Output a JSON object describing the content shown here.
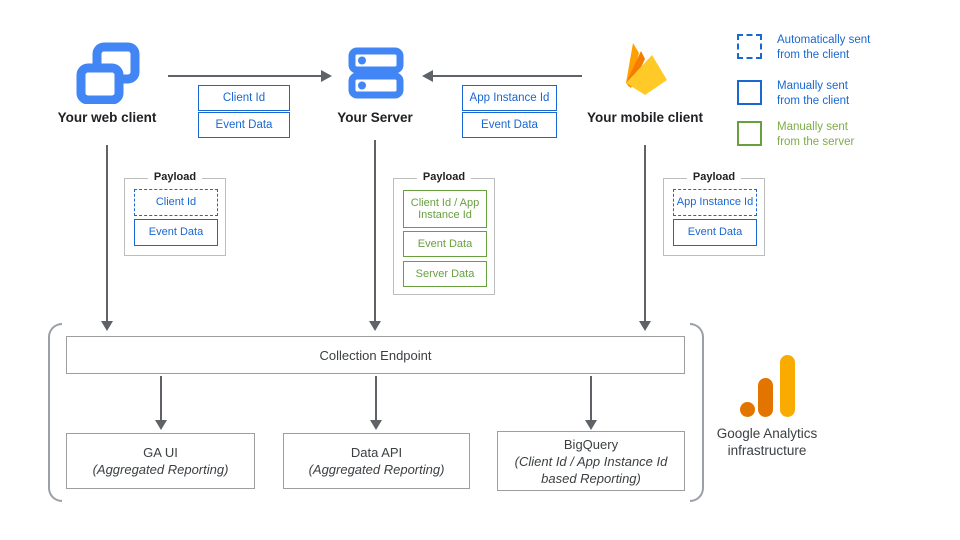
{
  "colors": {
    "blue": "#1967D2",
    "green": "#68A03F",
    "icon_blue": "#4285F4",
    "arrow_gray": "#5F6368",
    "box_border_gray": "#9E9E9E",
    "firebase_amber": "#FFA000",
    "firebase_orange": "#F57C00",
    "firebase_yellow": "#FFCA28",
    "ga_orange": "#E37400",
    "ga_yellow": "#F9AB00"
  },
  "nodes": {
    "web": {
      "label": "Your web client"
    },
    "server": {
      "label": "Your Server"
    },
    "mobile": {
      "label": "Your mobile client"
    }
  },
  "flow_labels": {
    "web_to_server": [
      {
        "label": "Client Id"
      },
      {
        "label": "Event Data"
      }
    ],
    "mobile_to_server": [
      {
        "label": "App Instance Id"
      },
      {
        "label": "Event Data"
      }
    ]
  },
  "payloads": {
    "web": {
      "title": "Payload",
      "items": [
        {
          "label": "Client Id"
        },
        {
          "label": "Event Data"
        }
      ]
    },
    "server": {
      "title": "Payload",
      "items": [
        {
          "label": "Client Id / App Instance Id"
        },
        {
          "label": "Event Data"
        },
        {
          "label": "Server Data"
        }
      ]
    },
    "mobile": {
      "title": "Payload",
      "items": [
        {
          "label": "App Instance Id"
        },
        {
          "label": "Event Data"
        }
      ]
    }
  },
  "legend": {
    "items": [
      {
        "line1": "Automatically sent",
        "line2": "from the client"
      },
      {
        "line1": "Manually sent",
        "line2": "from the client"
      },
      {
        "line1": "Manually sent",
        "line2": "from the server"
      }
    ]
  },
  "infrastructure": {
    "endpoint_label": "Collection Endpoint",
    "outputs": [
      {
        "title": "GA UI",
        "subtitle": "(Aggregated Reporting)"
      },
      {
        "title": "Data API",
        "subtitle": "(Aggregated Reporting)"
      },
      {
        "title": "BigQuery",
        "subtitle": "(Client Id / App Instance Id based Reporting)"
      }
    ],
    "caption_line1": "Google Analytics",
    "caption_line2": "infrastructure"
  }
}
